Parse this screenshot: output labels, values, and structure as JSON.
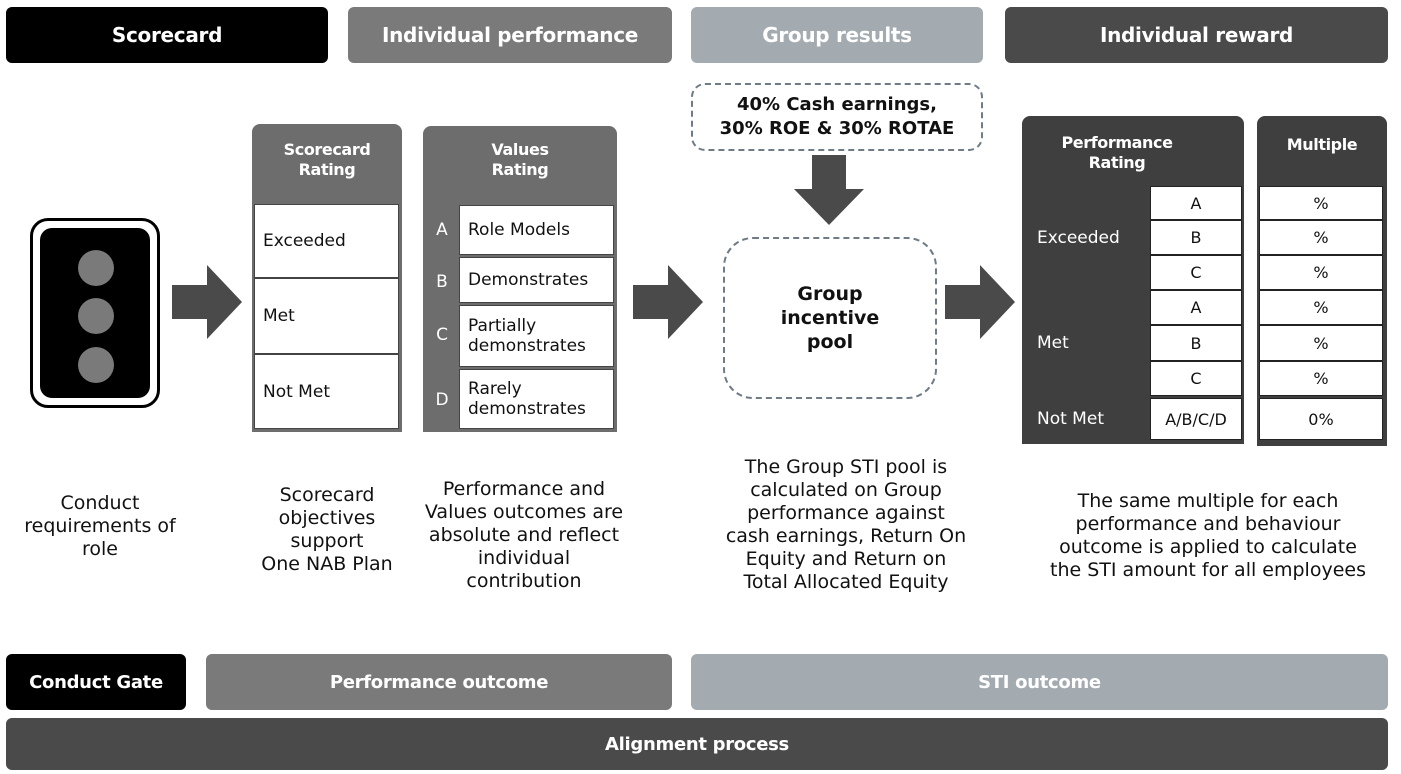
{
  "top_headers": [
    "Scorecard",
    "Individual performance",
    "Group results",
    "Individual reward"
  ],
  "conduct": {
    "caption": [
      "Conduct",
      "requirements of",
      "role"
    ]
  },
  "scorecard": {
    "header": [
      "Scorecard",
      "Rating"
    ],
    "rows": [
      "Exceeded",
      "Met",
      "Not Met"
    ],
    "caption": [
      "Scorecard",
      "objectives",
      "support",
      "One NAB Plan"
    ]
  },
  "values": {
    "header": [
      "Values",
      "Rating"
    ],
    "letters": [
      "A",
      "B",
      "C",
      "D"
    ],
    "rows": [
      [
        "Role Models"
      ],
      [
        "Demonstrates"
      ],
      [
        "Partially",
        "demonstrates"
      ],
      [
        "Rarely",
        "demonstrates"
      ]
    ],
    "caption": [
      "Performance and",
      "Values outcomes are",
      "absolute and reflect",
      "individual",
      "contribution"
    ]
  },
  "group": {
    "metric_box": [
      "40% Cash earnings,",
      "30% ROE & 30% ROTAE"
    ],
    "pool": [
      "Group",
      "incentive",
      "pool"
    ],
    "caption": [
      "The Group STI pool is",
      "calculated on Group",
      "performance against",
      "cash earnings, Return On",
      "Equity and Return on",
      "Total Allocated Equity"
    ]
  },
  "reward": {
    "perf_header": [
      "Performance",
      "Rating"
    ],
    "multiple_header": "Multiple",
    "row_labels": [
      "Exceeded",
      "Met",
      "Not Met"
    ],
    "grades": [
      "A",
      "B",
      "C",
      "A",
      "B",
      "C",
      "A/B/C/D"
    ],
    "multiples": [
      "%",
      "%",
      "%",
      "%",
      "%",
      "%",
      "0%"
    ],
    "caption": [
      "The same multiple for each",
      "performance and behaviour",
      "outcome is applied to calculate",
      "the STI amount for all employees"
    ]
  },
  "bottom": {
    "conduct_gate": "Conduct Gate",
    "performance_outcome": "Performance outcome",
    "sti_outcome": "STI outcome",
    "alignment": "Alignment process"
  },
  "colors": {
    "black": "#000000",
    "mid_grey": "#7a7a7a",
    "light_grey": "#a3abb1",
    "dark_grey": "#4a4a4a"
  }
}
